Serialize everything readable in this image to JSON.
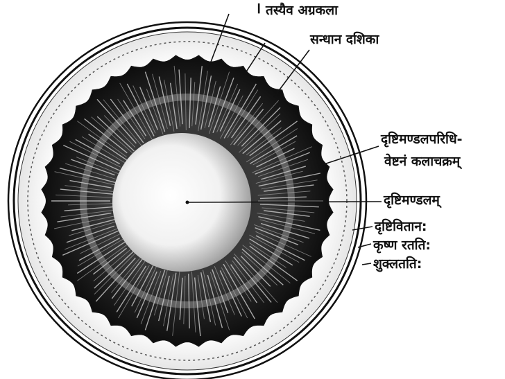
{
  "diagram": {
    "labels": [
      {
        "id": "tick",
        "text": "।"
      },
      {
        "id": "tasyaiva-agrakala",
        "text": "तस्यैव अग्रकला"
      },
      {
        "id": "sandhana-darshika",
        "text": "सन्धान दशिका"
      },
      {
        "id": "drishtimandala-paridhi-1",
        "text": "दृष्टिमण्डलपरिधि-"
      },
      {
        "id": "drishtimandala-paridhi-2",
        "text": "वेष्टनं कलाचक्रम्"
      },
      {
        "id": "drishtimandalam",
        "text": "दृष्टिमण्डलम्"
      },
      {
        "id": "drishtivitana",
        "text": "दृष्टिवितान:"
      },
      {
        "id": "krishna-ratati",
        "text": "कृष्ण रतति:"
      },
      {
        "id": "shuklatati",
        "text": "शुक्लतति:"
      }
    ],
    "colors": {
      "ink": "#111111",
      "iris_dark": "#2a2a2a",
      "iris_light": "#cfcfcf",
      "pupil": "#f7f7f7",
      "paper": "#ffffff"
    }
  }
}
